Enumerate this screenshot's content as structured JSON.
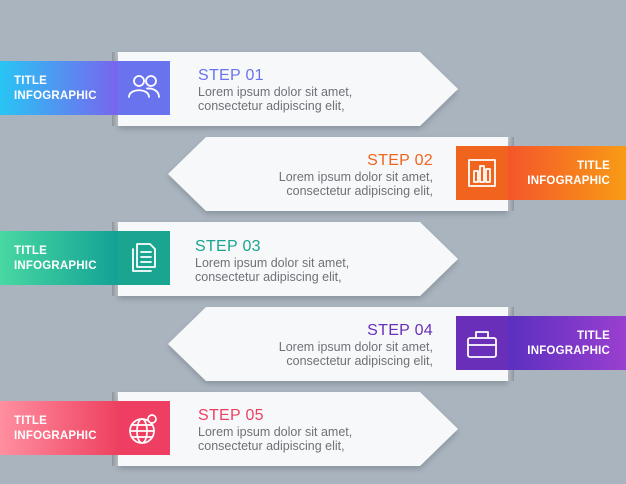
{
  "steps": [
    {
      "title": "STEP 01",
      "line1": "Lorem ipsum dolor sit amet,",
      "line2": "consectetur adipiscing elit,",
      "tab_line1": "TITLE",
      "tab_line2": "INFOGRAPHIC",
      "icon": "users-icon",
      "color": "#6a73ee",
      "gradient": [
        "#28c5f4",
        "#7a63ee"
      ],
      "side": "left"
    },
    {
      "title": "STEP 02",
      "line1": "Lorem ipsum dolor sit amet,",
      "line2": "consectetur adipiscing elit,",
      "tab_line1": "TITLE",
      "tab_line2": "INFOGRAPHIC",
      "icon": "bar-chart-icon",
      "color": "#f0641e",
      "gradient": [
        "#f4552a",
        "#f89b16"
      ],
      "side": "right"
    },
    {
      "title": "STEP 03",
      "line1": "Lorem ipsum dolor sit amet,",
      "line2": "consectetur adipiscing elit,",
      "tab_line1": "TITLE",
      "tab_line2": "INFOGRAPHIC",
      "icon": "document-icon",
      "color": "#19a58f",
      "gradient": [
        "#48d8a2",
        "#12a095"
      ],
      "side": "left"
    },
    {
      "title": "STEP 04",
      "line1": "Lorem ipsum dolor sit amet,",
      "line2": "consectetur adipiscing elit,",
      "tab_line1": "TITLE",
      "tab_line2": "INFOGRAPHIC",
      "icon": "briefcase-icon",
      "color": "#6a2fb8",
      "gradient": [
        "#5a2fbf",
        "#9a3fcf"
      ],
      "side": "right"
    },
    {
      "title": "STEP 05",
      "line1": "Lorem ipsum dolor sit amet,",
      "line2": "consectetur adipiscing elit,",
      "tab_line1": "TITLE",
      "tab_line2": "INFOGRAPHIC",
      "icon": "globe-icon",
      "color": "#ee3f62",
      "gradient": [
        "#ff8fa0",
        "#ee3f5e"
      ],
      "side": "left"
    }
  ]
}
